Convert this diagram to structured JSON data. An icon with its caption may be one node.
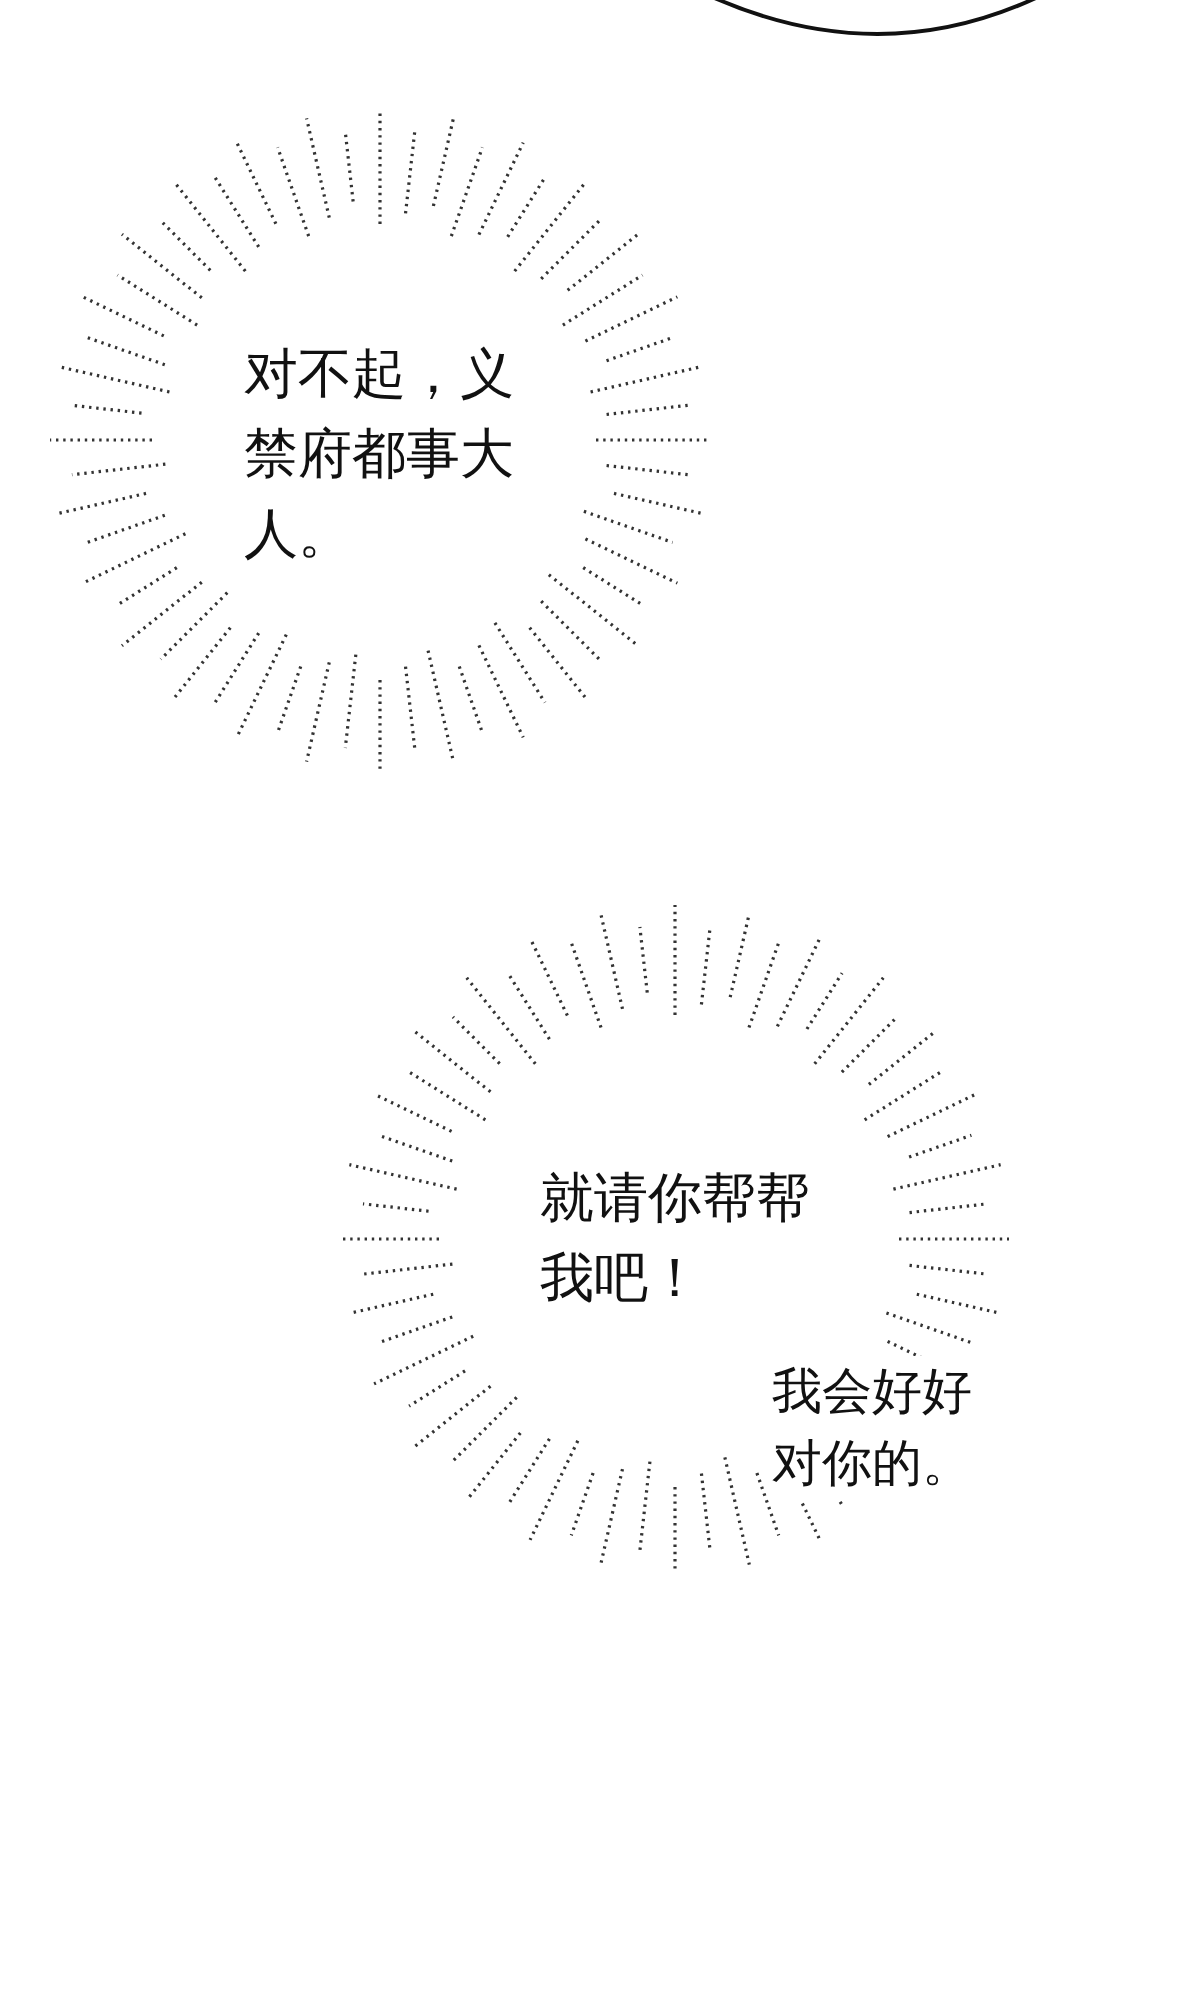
{
  "diagram": {
    "nodes": [
      {
        "text": [
          "对不起，义禁府都事大人。"
        ]
      },
      {
        "text": [
          "就请你帮帮我吧！"
        ]
      }
    ],
    "labels": [
      "我会好好对你的。"
    ]
  }
}
